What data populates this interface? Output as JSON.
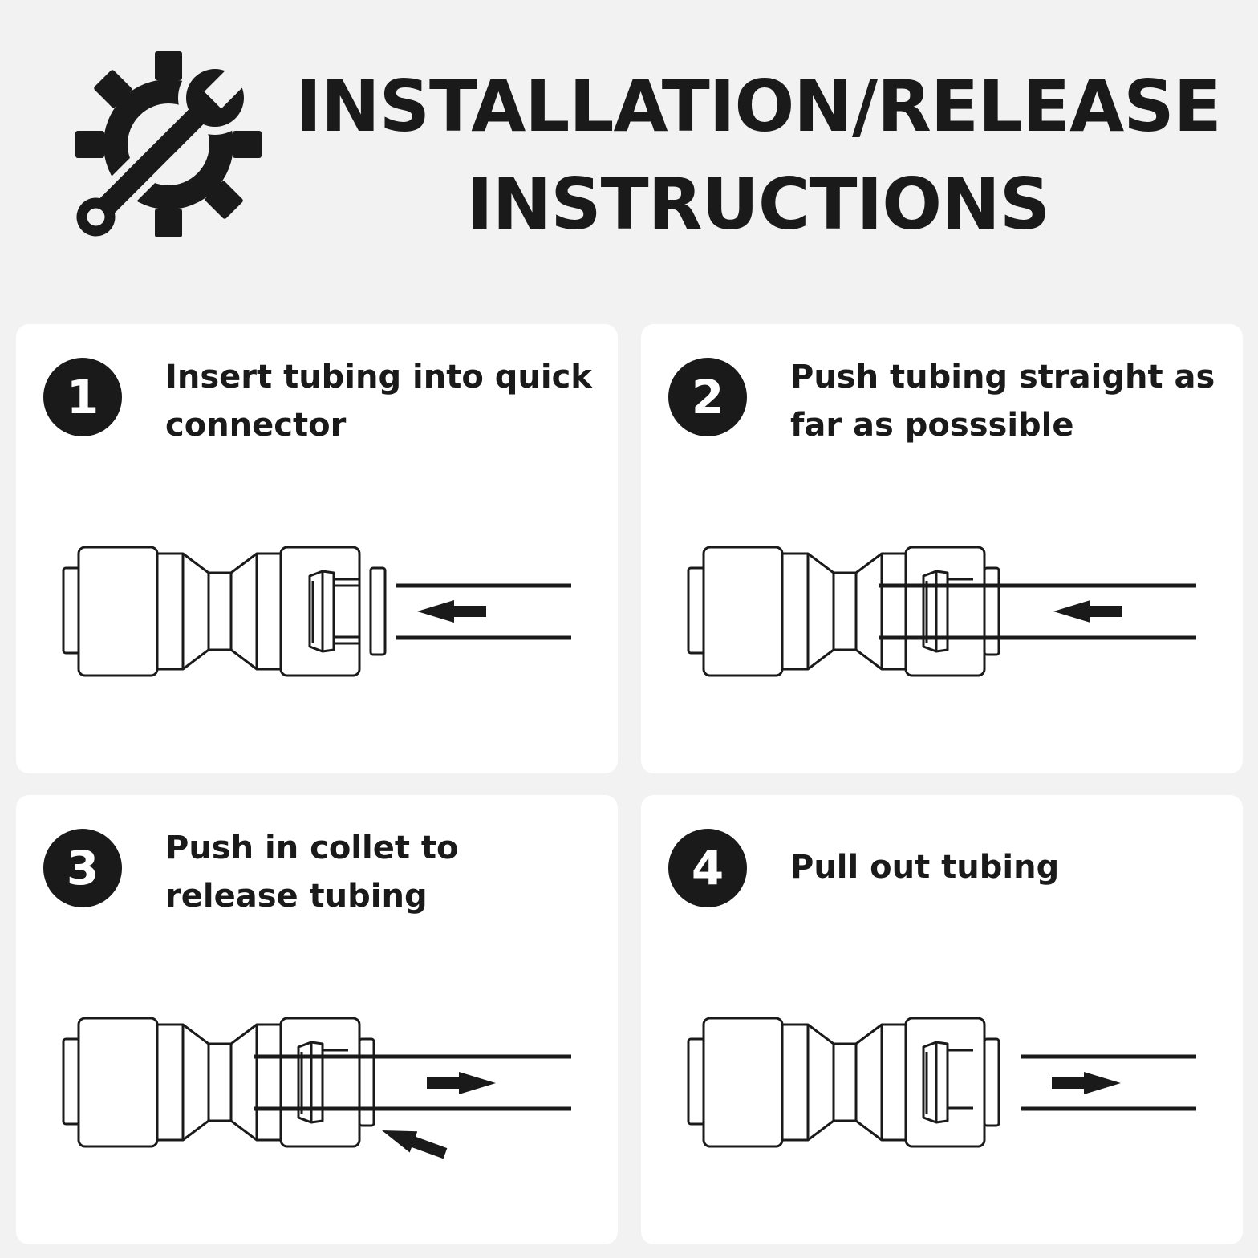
{
  "header": {
    "icon": "gear-wrench-icon",
    "title_line1": "INSTALLATION/RELEASE",
    "title_line2": "INSTRUCTIONS"
  },
  "steps": [
    {
      "number": "1",
      "text": "Insert tubing into quick connector",
      "diagram": "tube-entering-connector",
      "arrow": "left"
    },
    {
      "number": "2",
      "text": "Push tubing straight as far as posssible",
      "diagram": "tube-fully-inserted",
      "arrow": "left"
    },
    {
      "number": "3",
      "text": "Push in collet to release tubing",
      "diagram": "collet-pushed-tube-released",
      "arrow": "right"
    },
    {
      "number": "4",
      "text": "Pull out tubing",
      "diagram": "tube-pulled-out",
      "arrow": "right"
    }
  ],
  "colors": {
    "background": "#f2f2f2",
    "card": "#ffffff",
    "ink": "#1a1a1a"
  }
}
